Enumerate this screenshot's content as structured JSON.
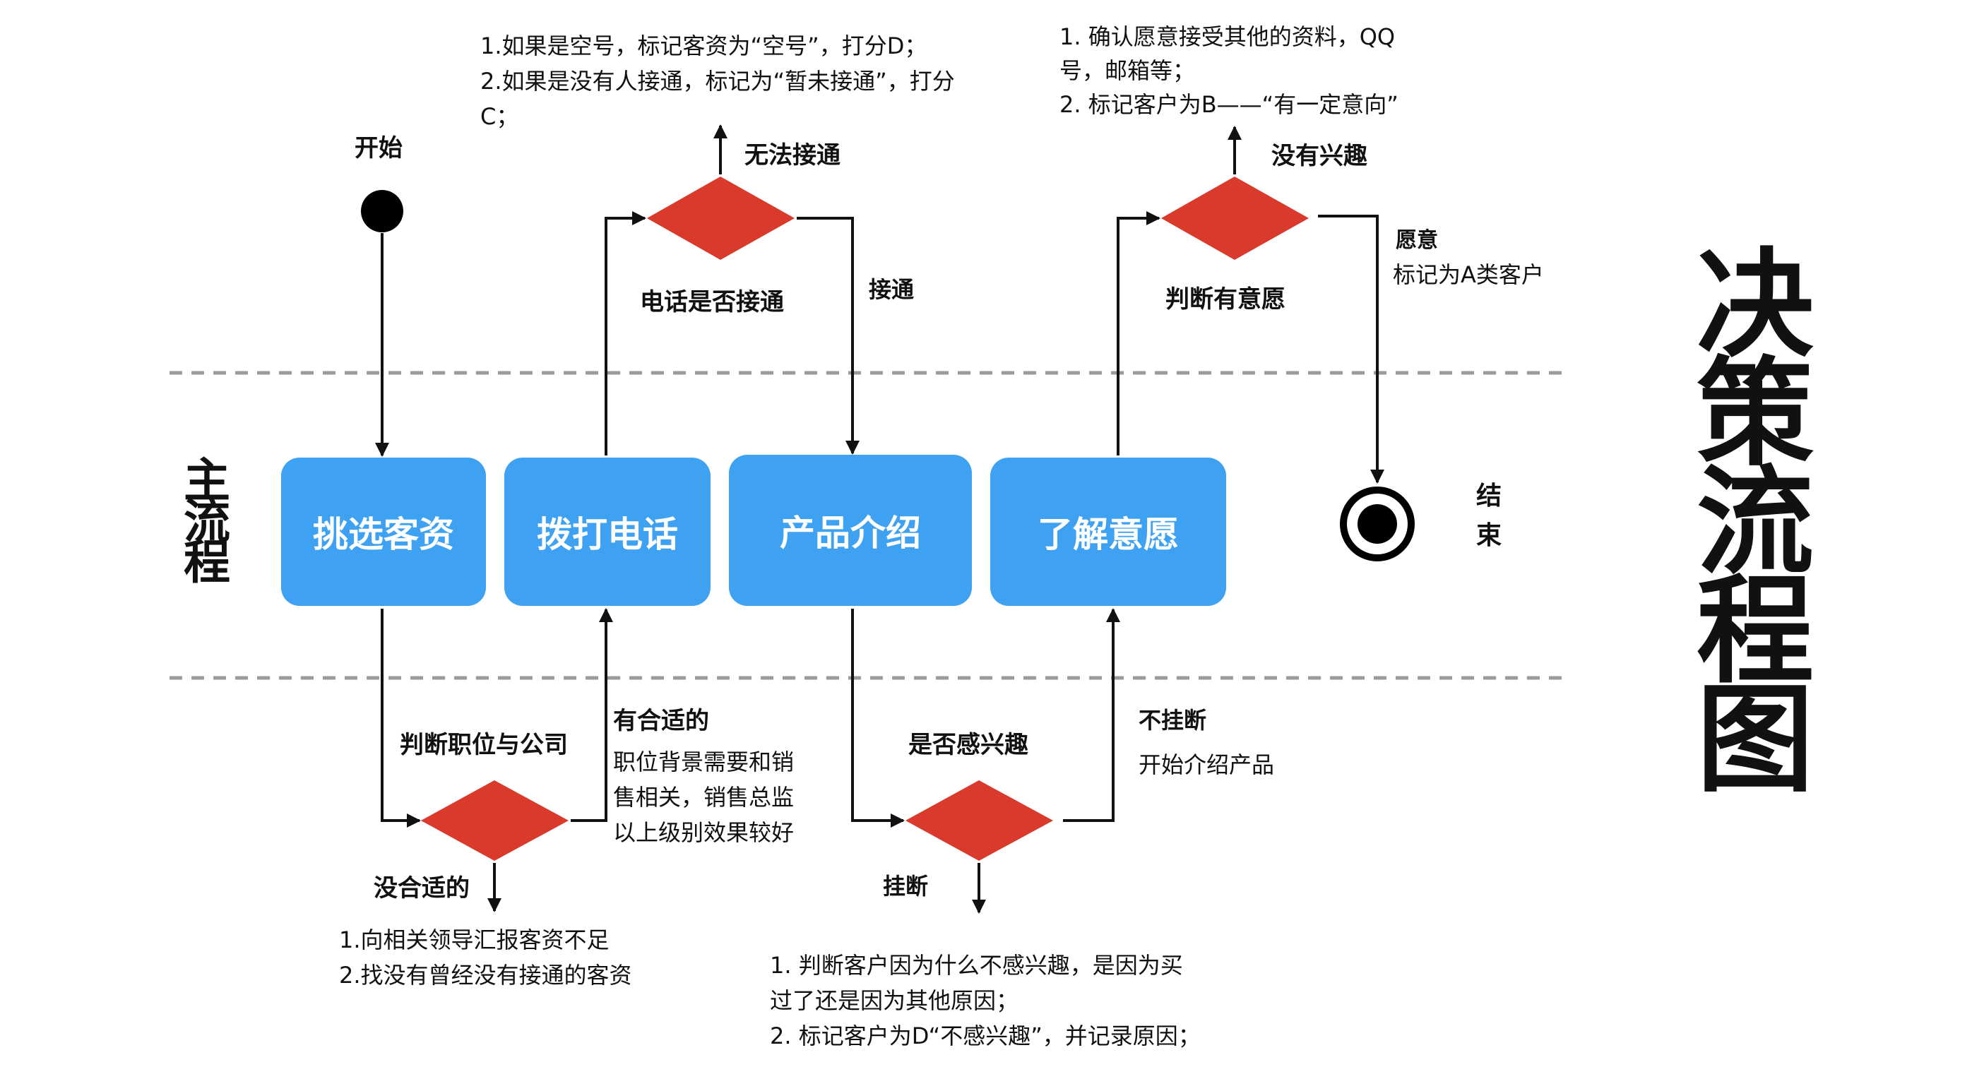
{
  "title": "决策流程图",
  "lane_label": "主流程",
  "start_label": "开始",
  "end_label": "结束",
  "colors": {
    "process_box": "#3fa1f2",
    "decision": "#d93a2b",
    "line": "#111111",
    "divider": "#9a9a9a"
  },
  "boxes": {
    "select_clients": "挑选客资",
    "dial_phone": "拨打电话",
    "product_intro": "产品介绍",
    "understand_intent": "了解意愿"
  },
  "decisions": {
    "judge_position": {
      "label": "判断职位与公司",
      "yes_label": "有合适的",
      "yes_note": [
        "职位背景需要和销",
        "售相关，销售总监",
        "以上级别效果较好"
      ],
      "no_label": "没合适的",
      "no_note": [
        "1.向相关领导汇报客资不足",
        "2.找没有曾经没有接通的客资"
      ]
    },
    "phone_connected": {
      "label": "电话是否接通",
      "yes_label": "接通",
      "no_label": "无法接通",
      "no_note": [
        "1.如果是空号，标记客资为“空号”，打分D；",
        "2.如果是没有人接通，标记为“暂未接通”，打分",
        "C；"
      ]
    },
    "interested": {
      "label": "是否感兴趣",
      "yes_label": "不挂断",
      "yes_note": "开始介绍产品",
      "no_label": "挂断",
      "no_note": [
        "1. 判断客户因为什么不感兴趣，是因为买",
        "过了还是因为其他原因；",
        "2. 标记客户为D“不感兴趣”，并记录原因；"
      ]
    },
    "intent": {
      "label": "判断有意愿",
      "yes_label": "愿意",
      "yes_note": "标记为A类客户",
      "no_label": "没有兴趣",
      "no_note": [
        "1. 确认愿意接受其他的资料，QQ",
        "号，邮箱等；",
        "2. 标记客户为B——“有一定意向”"
      ]
    }
  }
}
